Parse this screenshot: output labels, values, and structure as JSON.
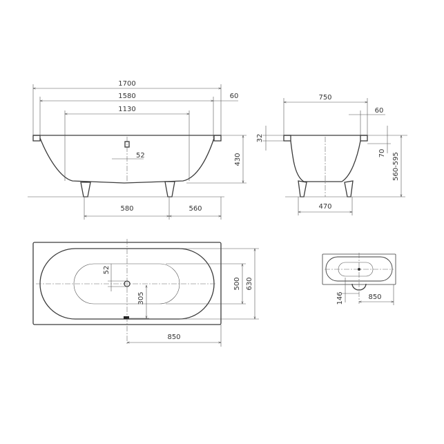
{
  "side_view": {
    "d1700": "1700",
    "d1580": "1580",
    "d1130": "1130",
    "d60": "60",
    "d430": "430",
    "d52": "52",
    "d580": "580",
    "d560": "560"
  },
  "end_view": {
    "d750": "750",
    "d60": "60",
    "d32": "32",
    "d70": "70",
    "d560_595": "560-595",
    "d470": "470"
  },
  "plan_view": {
    "d52": "52",
    "d305": "305",
    "d500": "500",
    "d630": "630",
    "d850": "850"
  },
  "small_plan": {
    "d146": "146",
    "d850": "850"
  },
  "colors": {
    "line": "#3a3a3a",
    "background": "#ffffff"
  }
}
